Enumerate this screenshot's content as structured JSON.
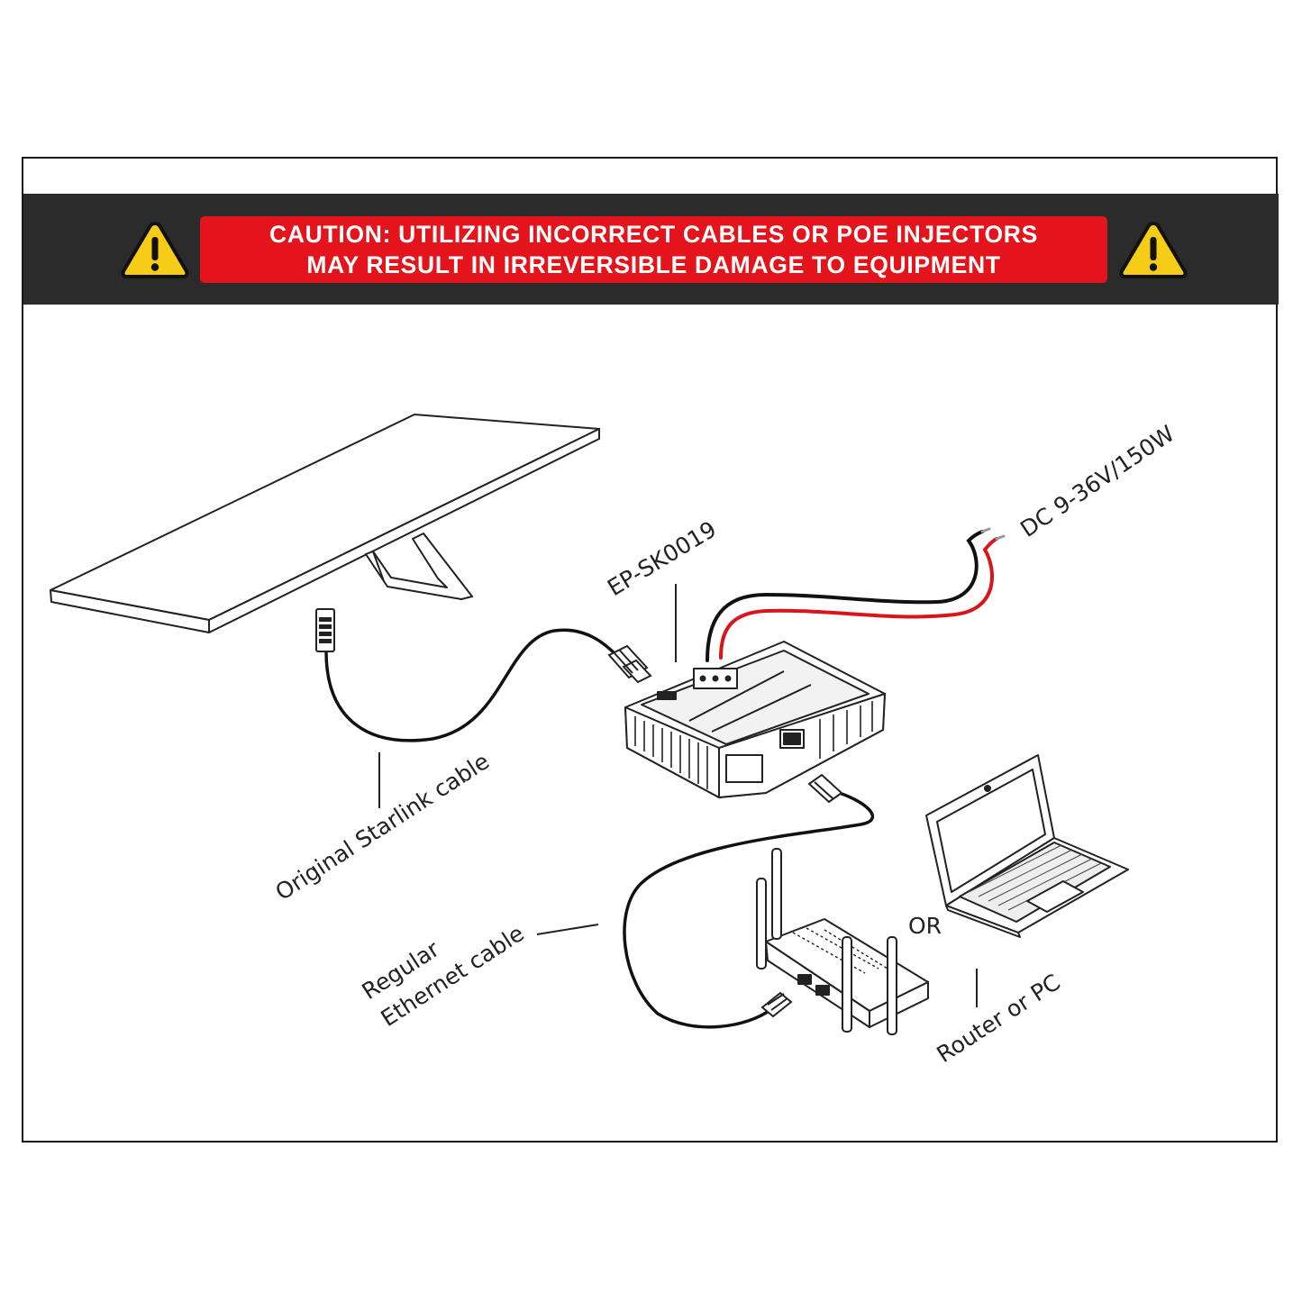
{
  "colors": {
    "banner_bg": "#2b2b2b",
    "caution_bg": "#e3141b",
    "caution_text": "#ffffff",
    "warning_yellow": "#f7cc17",
    "cable_red": "#d9151c",
    "cable_black": "#111111"
  },
  "caution": {
    "line1": "CAUTION: UTILIZING INCORRECT CABLES OR POE INJECTORS",
    "line2": "MAY RESULT IN IRREVERSIBLE DAMAGE TO EQUIPMENT",
    "icon_left": "warning-triangle-icon",
    "icon_right": "warning-triangle-icon"
  },
  "labels": {
    "device_model": "EP-SK0019",
    "power_spec": "DC 9-36V/150W",
    "starlink_cable": "Original Starlink cable",
    "ethernet_line1": "Regular",
    "ethernet_line2": "Ethernet cable",
    "or": "OR",
    "router_pc": "Router or PC"
  },
  "icons": {
    "dish": "starlink-dish-icon",
    "injector": "poe-injector-icon",
    "router": "router-icon",
    "laptop": "laptop-icon"
  }
}
